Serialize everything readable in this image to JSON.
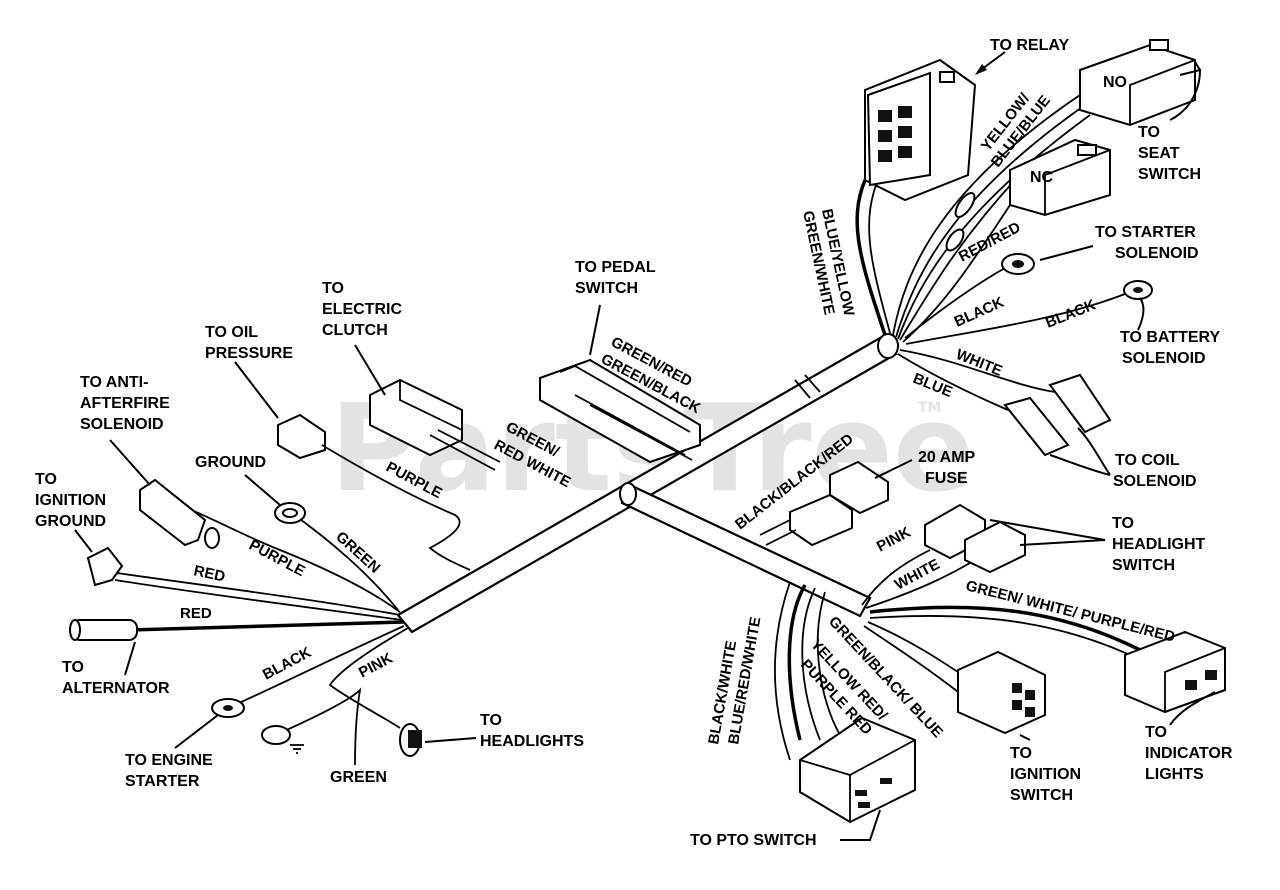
{
  "watermark": {
    "text": "PartsTree",
    "tm": "TM"
  },
  "labels": {
    "to_relay": "TO RELAY",
    "no": "NO",
    "nc": "NC",
    "to_seat_switch": [
      "TO",
      "SEAT",
      "SWITCH"
    ],
    "to_starter_solenoid": [
      "TO STARTER",
      "SOLENOID"
    ],
    "to_battery_solenoid": [
      "TO BATTERY",
      "SOLENOID"
    ],
    "to_coil_solenoid": [
      "TO COIL",
      "SOLENOID"
    ],
    "to_pedal_switch": [
      "TO PEDAL",
      "SWITCH"
    ],
    "to_electric_clutch": [
      "TO",
      "ELECTRIC",
      "CLUTCH"
    ],
    "to_oil_pressure": [
      "TO OIL",
      "PRESSURE"
    ],
    "to_anti_afterfire": [
      "TO ANTI-",
      "AFTERFIRE",
      "SOLENOID"
    ],
    "to_ignition_ground": [
      "TO",
      "IGNITION",
      "GROUND"
    ],
    "ground": "GROUND",
    "to_alternator": [
      "TO",
      "ALTERNATOR"
    ],
    "to_engine_starter": [
      "TO ENGINE",
      "STARTER"
    ],
    "to_headlights": [
      "TO",
      "HEADLIGHTS"
    ],
    "green_bottom": "GREEN",
    "twenty_amp_fuse": [
      "20 AMP",
      "FUSE"
    ],
    "to_headlight_switch": [
      "TO",
      "HEADLIGHT",
      "SWITCH"
    ],
    "to_indicator_lights": [
      "TO",
      "INDICATOR",
      "LIGHTS"
    ],
    "to_ignition_switch": [
      "TO",
      "IGNITION",
      "SWITCH"
    ],
    "to_pto_switch": "TO PTO SWITCH"
  },
  "wire_labels": {
    "yellow_blue": [
      "YELLOW/",
      "BLUE/BLUE"
    ],
    "blue_yellow_green_white": [
      "BLUE/YELLOW",
      "GREEN/WHITE"
    ],
    "red_red": "RED/RED",
    "black_1": "BLACK",
    "black_2": "BLACK",
    "white_right": "WHITE",
    "blue_right": "BLUE",
    "green_red_green_black": [
      "GREEN/RED",
      "GREEN/BLACK"
    ],
    "green_red_white": [
      "GREEN/",
      "RED WHITE"
    ],
    "purple_upper": "PURPLE",
    "black_black_red": "BLACK/BLACK/RED",
    "green_mid": "GREEN",
    "purple_mid": "PURPLE",
    "red_1": "RED",
    "red_2": "RED",
    "black_left": "BLACK",
    "pink_left": "PINK",
    "pink_right": "PINK",
    "white_lower": "WHITE",
    "green_white_purple_red": "GREEN/ WHITE/ PURPLE/RED",
    "green_black_blue": "GREEN/BLACK/ BLUE",
    "yellow_red_purple_red": [
      "YELLOW RED/",
      "PURPLE RED"
    ],
    "black_white_blue_red_white": [
      "BLACK/WHITE",
      "BLUE/RED/WHITE"
    ]
  }
}
